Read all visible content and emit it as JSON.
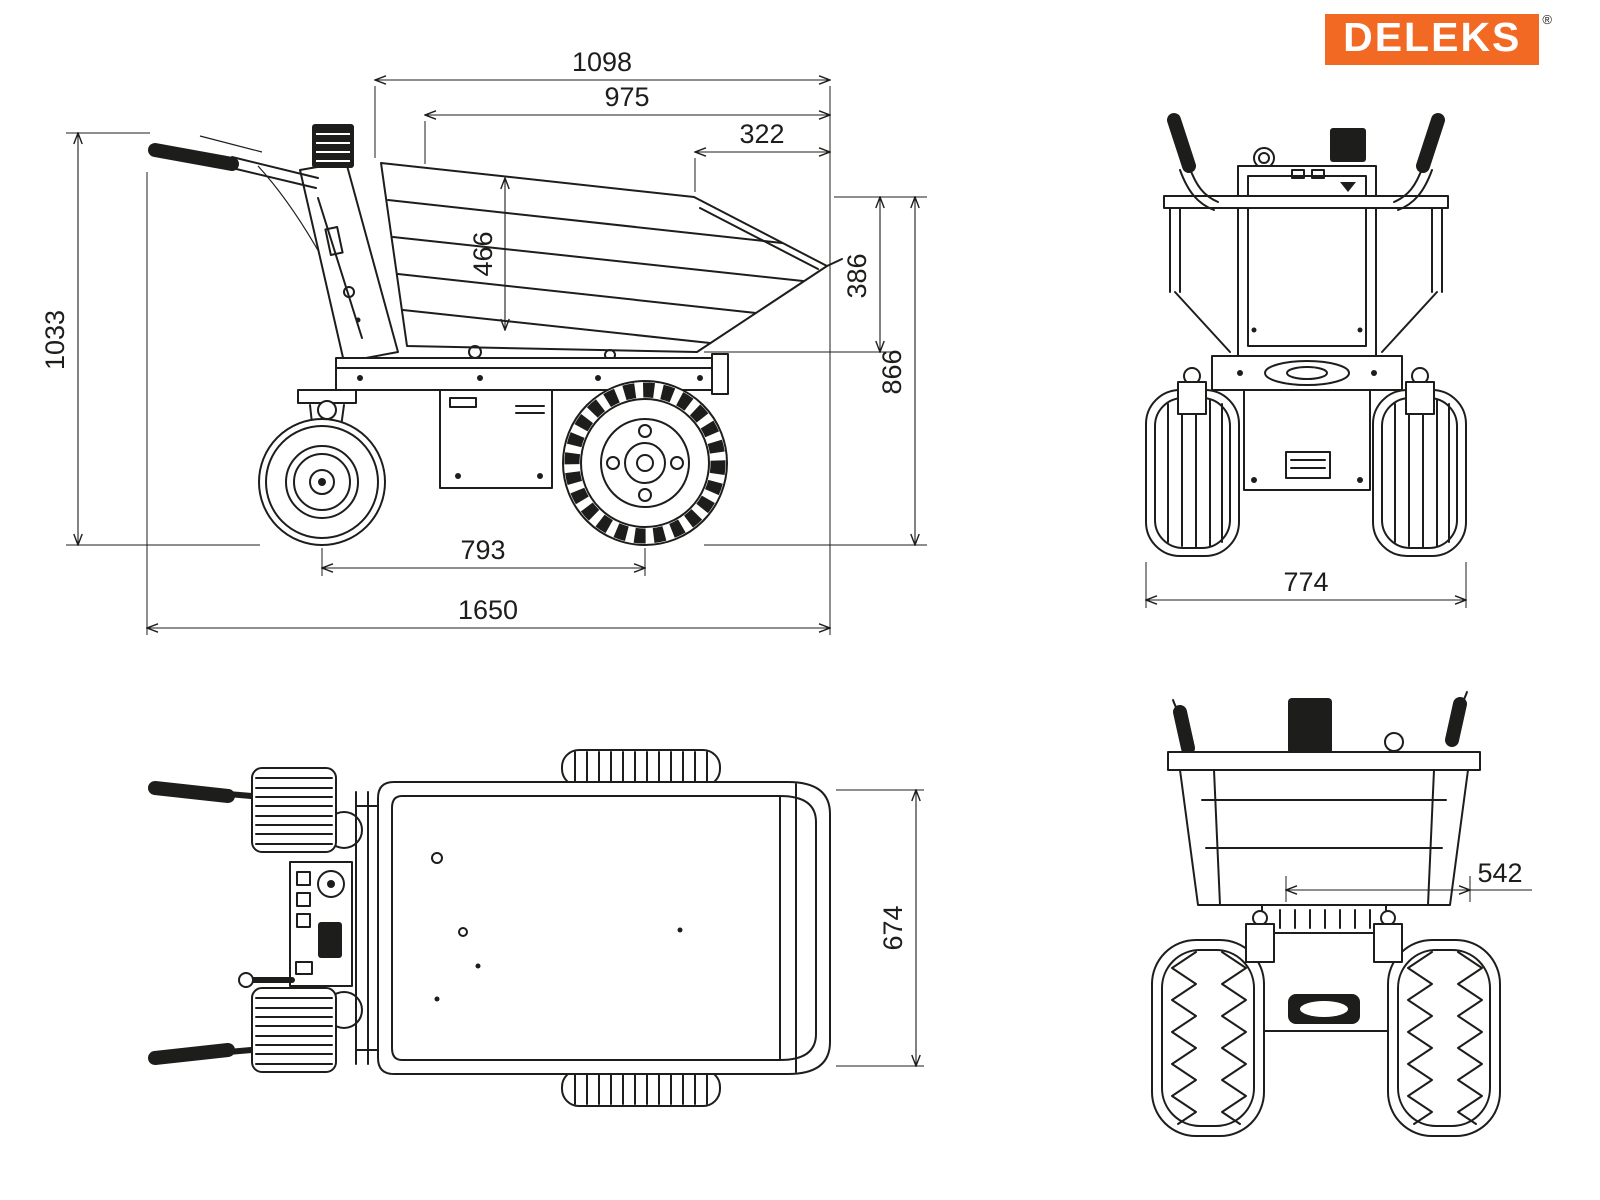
{
  "logo": {
    "text": "DELEKS",
    "registered_mark": "®",
    "bg_color": "#F26924"
  },
  "colors": {
    "line": "#1d1d1b",
    "background": "#ffffff"
  },
  "views": {
    "side": {
      "bucket_top_length": "1098",
      "bucket_opening_length": "975",
      "spout_overhang": "322",
      "bucket_depth": "466",
      "spout_height": "386",
      "loading_height": "866",
      "overall_height": "1033",
      "wheelbase": "793",
      "overall_length": "1650"
    },
    "front": {
      "overall_width": "774"
    },
    "top": {
      "bucket_width": "674"
    },
    "rear": {
      "track_width": "542"
    }
  }
}
